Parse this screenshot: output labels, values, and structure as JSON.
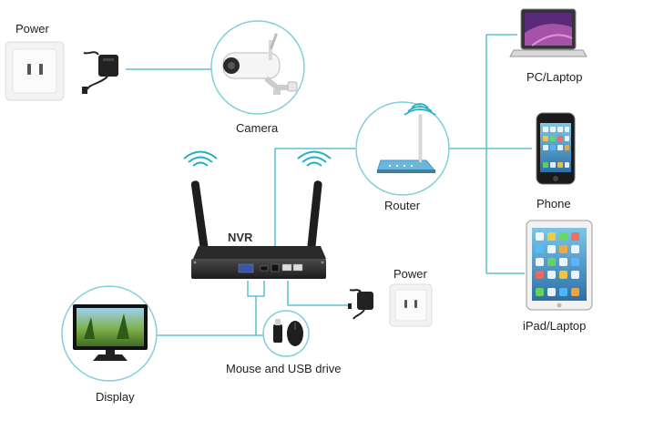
{
  "labels": {
    "power_top": "Power",
    "camera": "Camera",
    "pc_laptop": "PC/Laptop",
    "router": "Router",
    "phone": "Phone",
    "nvr": "NVR",
    "power_right": "Power",
    "ipad_laptop": "iPad/Laptop",
    "mouse_usb": "Mouse and USB drive",
    "display": "Display"
  },
  "colors": {
    "connector_line": "#3cb8c8",
    "circle_border": "#7fd0dc",
    "wifi_waves": "#1fb0c8",
    "nvr_body": "#2a2a2a"
  },
  "icons": [
    "power-outlet-icon",
    "power-adapter-icon",
    "camera-icon",
    "router-icon",
    "wifi-icon",
    "laptop-icon",
    "phone-icon",
    "tablet-icon",
    "monitor-icon",
    "mouse-icon",
    "usb-drive-icon"
  ]
}
